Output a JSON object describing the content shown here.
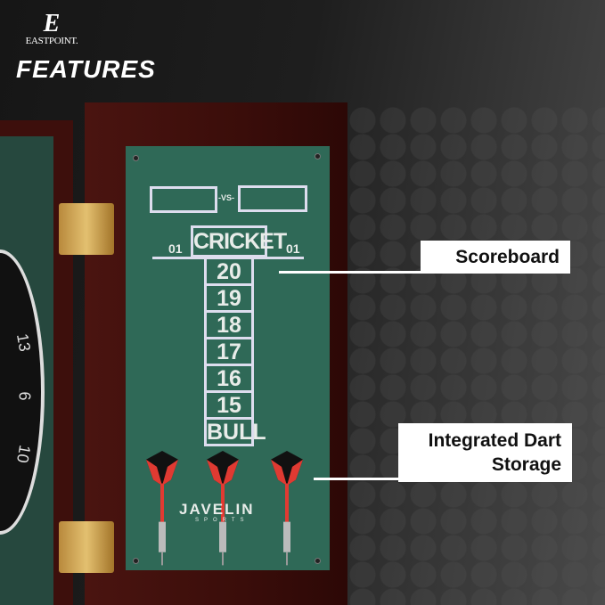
{
  "brand": {
    "logo_mark": "E",
    "logo_word": "EASTPOINT."
  },
  "header": {
    "title": "FEATURES"
  },
  "scoreboard": {
    "player_separator": "-VS-",
    "game": "CRICKET",
    "left_score": "01",
    "right_score": "01",
    "numbers": [
      "20",
      "19",
      "18",
      "17",
      "16",
      "15",
      "BULL"
    ],
    "dart_brand": "JAVELIN",
    "dart_brand_sub": "SPORTS"
  },
  "dartboard": {
    "visible_numbers": [
      "13",
      "6",
      "10"
    ]
  },
  "callouts": [
    {
      "label": "Scoreboard"
    },
    {
      "label": "Integrated Dart Storage"
    }
  ],
  "colors": {
    "felt": "#2f6957",
    "wood": "#3d0f0c",
    "dart_red": "#e03a32"
  }
}
